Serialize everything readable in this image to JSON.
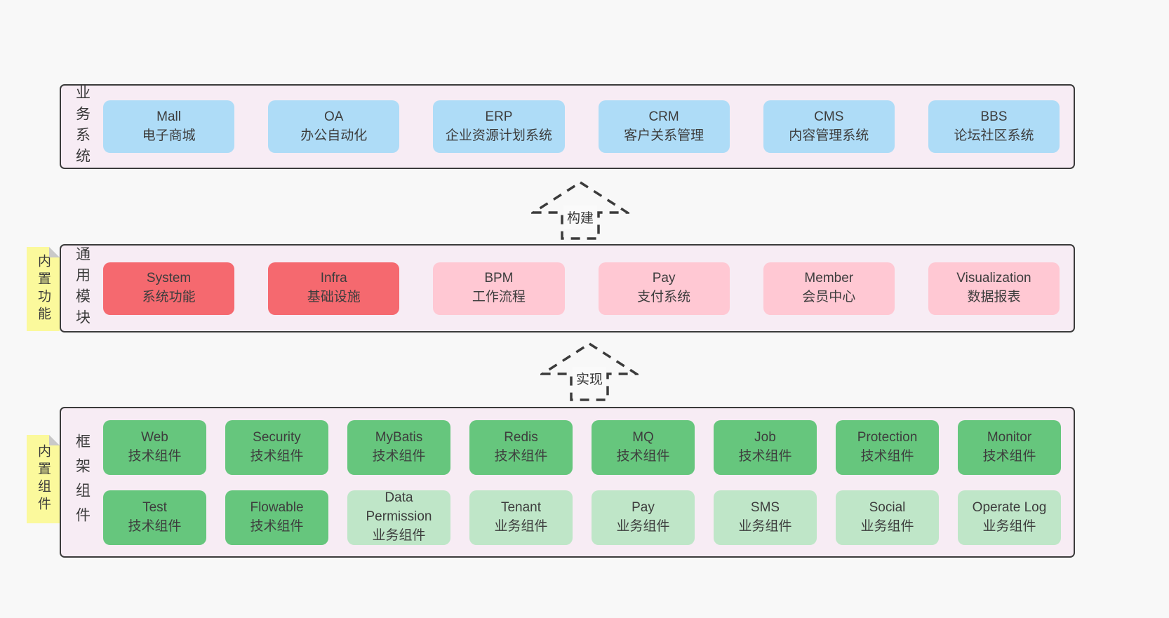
{
  "page": {
    "background": "#f8f8f8"
  },
  "palette": {
    "container_bg": "#f7ecf4",
    "border": "#3b3b3b",
    "blue": "#aedcf7",
    "red": "#f5696f",
    "pink": "#ffc8d3",
    "green": "#66c67d",
    "green_light": "#bfe6c8",
    "sticky_yellow": "#fbf99c",
    "text": "#3d3d3d"
  },
  "arrows": [
    {
      "label": "构建"
    },
    {
      "label": "实现"
    }
  ],
  "layers": [
    {
      "label": "业务系统",
      "boxes": [
        {
          "name": "Mall",
          "desc": "电子商城",
          "variant": "blue"
        },
        {
          "name": "OA",
          "desc": "办公自动化",
          "variant": "blue"
        },
        {
          "name": "ERP",
          "desc": "企业资源计划系统",
          "variant": "blue"
        },
        {
          "name": "CRM",
          "desc": "客户关系管理",
          "variant": "blue"
        },
        {
          "name": "CMS",
          "desc": "内容管理系统",
          "variant": "blue"
        },
        {
          "name": "BBS",
          "desc": "论坛社区系统",
          "variant": "blue"
        }
      ]
    },
    {
      "label": "通用模块",
      "sticky": "内置功能",
      "boxes": [
        {
          "name": "System",
          "desc": "系统功能",
          "variant": "red"
        },
        {
          "name": "Infra",
          "desc": "基础设施",
          "variant": "red"
        },
        {
          "name": "BPM",
          "desc": "工作流程",
          "variant": "pink"
        },
        {
          "name": "Pay",
          "desc": "支付系统",
          "variant": "pink"
        },
        {
          "name": "Member",
          "desc": "会员中心",
          "variant": "pink"
        },
        {
          "name": "Visualization",
          "desc": "数据报表",
          "variant": "pink"
        }
      ]
    },
    {
      "label": "框架组件",
      "sticky": "内置组件",
      "rows": [
        [
          {
            "name": "Web",
            "desc": "技术组件",
            "variant": "green"
          },
          {
            "name": "Security",
            "desc": "技术组件",
            "variant": "green"
          },
          {
            "name": "MyBatis",
            "desc": "技术组件",
            "variant": "green"
          },
          {
            "name": "Redis",
            "desc": "技术组件",
            "variant": "green"
          },
          {
            "name": "MQ",
            "desc": "技术组件",
            "variant": "green"
          },
          {
            "name": "Job",
            "desc": "技术组件",
            "variant": "green"
          },
          {
            "name": "Protection",
            "desc": "技术组件",
            "variant": "green"
          },
          {
            "name": "Monitor",
            "desc": "技术组件",
            "variant": "green"
          }
        ],
        [
          {
            "name": "Test",
            "desc": "技术组件",
            "variant": "green"
          },
          {
            "name": "Flowable",
            "desc": "技术组件",
            "variant": "green"
          },
          {
            "name": "Data Permission",
            "desc": "业务组件",
            "variant": "green-light"
          },
          {
            "name": "Tenant",
            "desc": "业务组件",
            "variant": "green-light"
          },
          {
            "name": "Pay",
            "desc": "业务组件",
            "variant": "green-light"
          },
          {
            "name": "SMS",
            "desc": "业务组件",
            "variant": "green-light"
          },
          {
            "name": "Social",
            "desc": "业务组件",
            "variant": "green-light"
          },
          {
            "name": "Operate Log",
            "desc": "业务组件",
            "variant": "green-light"
          }
        ]
      ]
    }
  ]
}
